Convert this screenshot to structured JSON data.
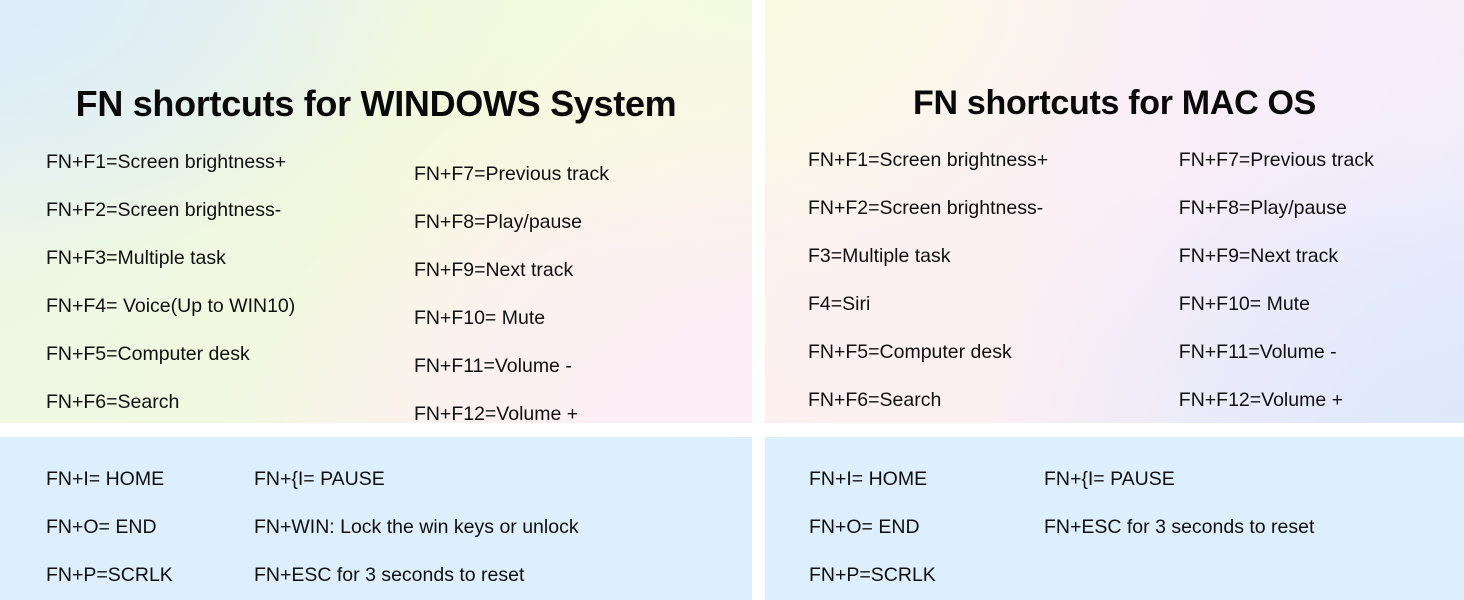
{
  "meta": {
    "colors": {
      "text": "#101010",
      "title": "#0a0a0a",
      "bottom_panel_bg": "#ddeefc",
      "gap": "#ffffff"
    }
  },
  "panels": [
    {
      "id": "windows",
      "title": "FN shortcuts for WINDOWS System",
      "fn_columns": [
        [
          "FN+F1=Screen brightness+",
          "FN+F2=Screen brightness-",
          "FN+F3=Multiple task",
          "FN+F4= Voice(Up to WIN10)",
          "FN+F5=Computer desk",
          "FN+F6=Search"
        ],
        [
          "FN+F7=Previous track",
          "FN+F8=Play/pause",
          "FN+F9=Next track",
          "FN+F10= Mute",
          "FN+F11=Volume -",
          "FN+F12=Volume +"
        ]
      ],
      "extra_columns": [
        [
          "FN+I= HOME",
          "FN+O= END",
          "FN+P=SCRLK"
        ],
        [
          "FN+{I= PAUSE",
          "FN+WIN: Lock the win keys or unlock",
          "FN+ESC for 3 seconds to reset"
        ]
      ]
    },
    {
      "id": "mac",
      "title": "FN shortcuts for MAC OS",
      "fn_columns": [
        [
          "FN+F1=Screen brightness+",
          "FN+F2=Screen brightness-",
          "F3=Multiple task",
          "F4=Siri",
          "FN+F5=Computer desk",
          "FN+F6=Search"
        ],
        [
          "FN+F7=Previous track",
          "FN+F8=Play/pause",
          "FN+F9=Next track",
          "FN+F10= Mute",
          "FN+F11=Volume -",
          "FN+F12=Volume +"
        ]
      ],
      "extra_columns": [
        [
          "FN+I= HOME",
          "FN+O= END",
          "FN+P=SCRLK"
        ],
        [
          "FN+{I= PAUSE",
          "FN+ESC for 3 seconds to reset"
        ]
      ]
    }
  ]
}
